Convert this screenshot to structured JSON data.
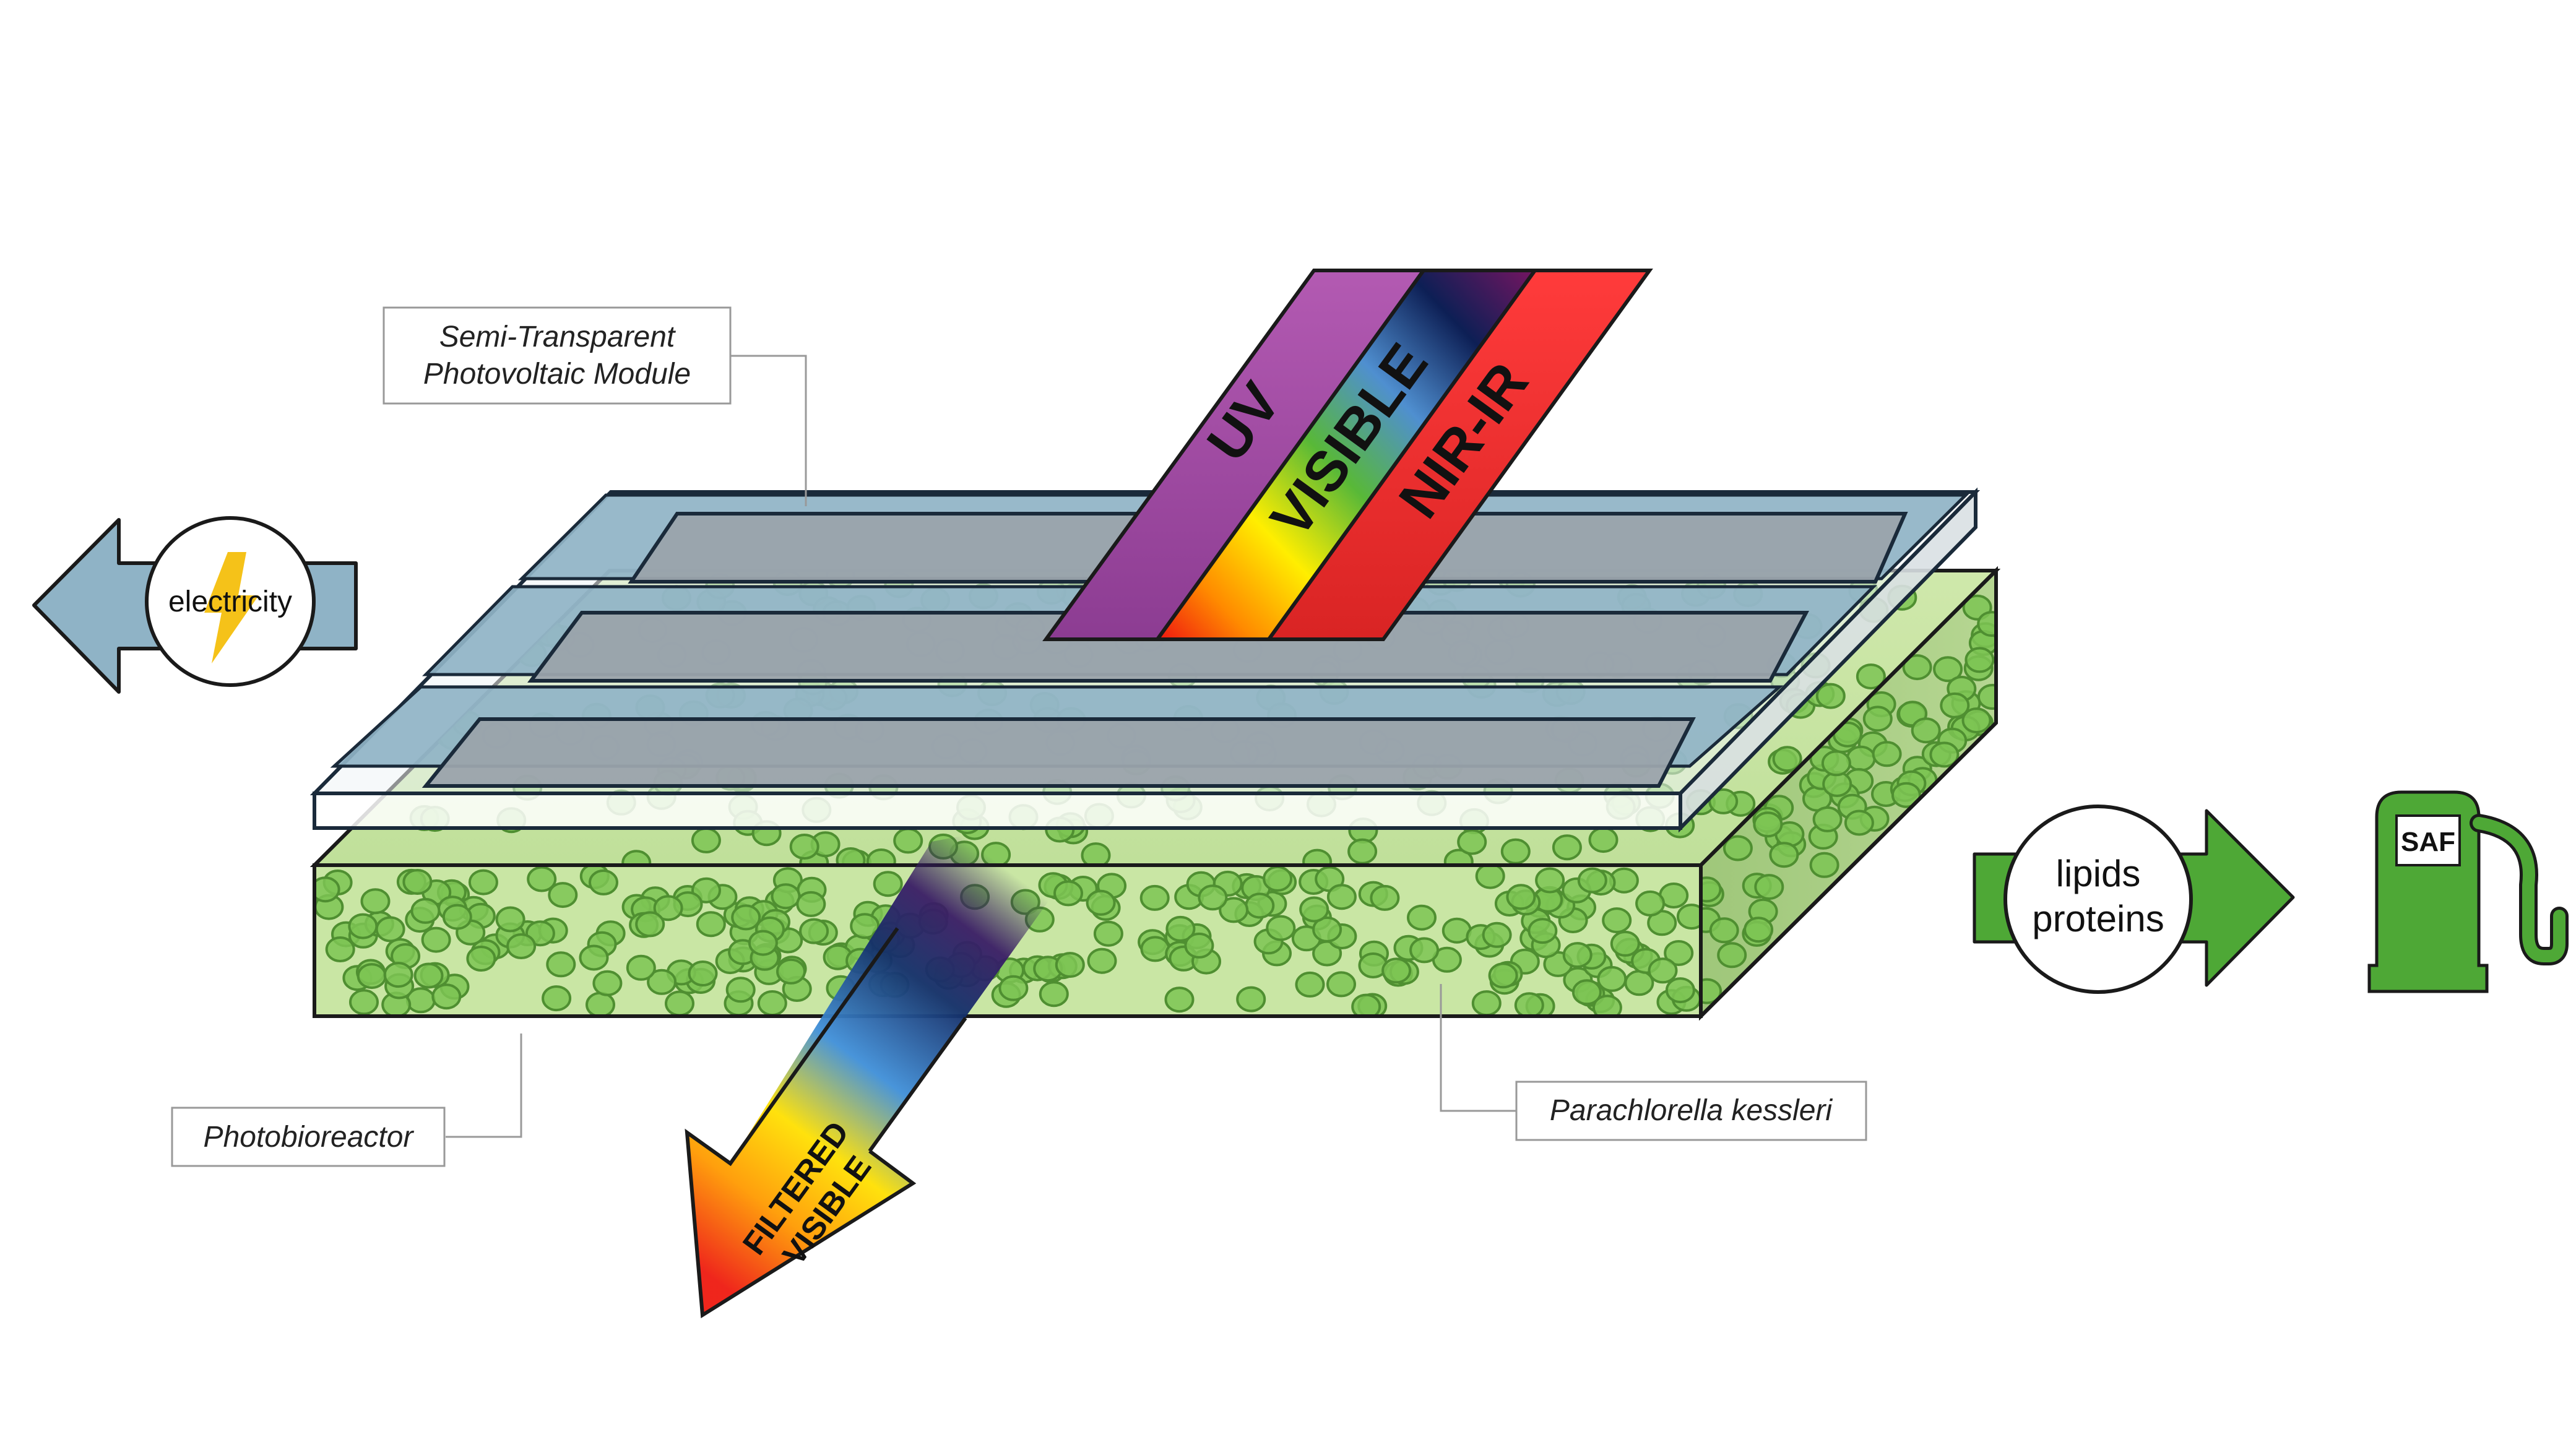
{
  "labels": {
    "pv_module_line1": "Semi-Transparent",
    "pv_module_line2": "Photovoltaic Module",
    "photobioreactor": "Photobioreactor",
    "organism": "Parachlorella kessleri"
  },
  "spectrum_bands": {
    "uv": "UV",
    "visible": "VISIBLE",
    "nir_ir": "NIR-IR"
  },
  "filtered_arrow": {
    "line1": "FILTERED",
    "line2": "VISIBLE"
  },
  "outputs": {
    "electricity": "electricity",
    "products_line1": "lipids",
    "products_line2": "proteins",
    "fuel_pump": "SAF"
  },
  "colors": {
    "pv_blue": "#8fb3c6",
    "pv_cell": "#9aa3ab",
    "reactor_green": "#cde6a9",
    "cell_green": "#7cc454",
    "output_green": "#4ea836",
    "electricity_arrow": "#8fb3c6",
    "bolt": "#f5c219",
    "uv_band": "#a54ea8",
    "nir_band": "#e53535"
  }
}
